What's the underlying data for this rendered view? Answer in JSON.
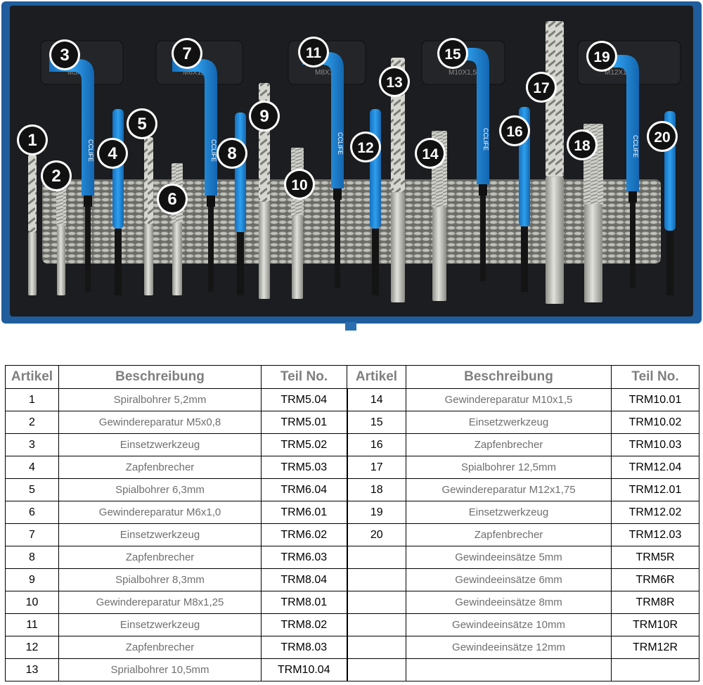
{
  "photo": {
    "badges": [
      {
        "n": "1"
      },
      {
        "n": "2"
      },
      {
        "n": "3"
      },
      {
        "n": "4"
      },
      {
        "n": "5"
      },
      {
        "n": "6"
      },
      {
        "n": "7"
      },
      {
        "n": "8"
      },
      {
        "n": "9"
      },
      {
        "n": "10"
      },
      {
        "n": "11"
      },
      {
        "n": "12"
      },
      {
        "n": "13"
      },
      {
        "n": "14"
      },
      {
        "n": "15"
      },
      {
        "n": "16"
      },
      {
        "n": "17"
      },
      {
        "n": "18"
      },
      {
        "n": "19"
      },
      {
        "n": "20"
      }
    ],
    "size_labels": [
      "M5X0,8",
      "M6X1,0",
      "M8X1,25",
      "M10X1,5",
      "M12X1,75"
    ],
    "brand": "CCLIFE",
    "colors": {
      "case_blue": "#1f5d9c",
      "tray": "#1b1d20",
      "tool_blue": "#1f8fe0",
      "steel": "#bdbdb8",
      "badge": "#111111"
    }
  },
  "table": {
    "headers": [
      "Artikel",
      "Beschreibung",
      "Teil No.",
      "Artikel",
      "Beschreibung",
      "Teil No."
    ],
    "rows": [
      [
        [
          "1",
          "Spiralbohrer 5,2mm",
          "TRM5.04"
        ],
        [
          "14",
          "Gewindereparatur M10x1,5",
          "TRM10.01"
        ]
      ],
      [
        [
          "2",
          "Gewindereparatur M5x0,8",
          "TRM5.01"
        ],
        [
          "15",
          "Einsetzwerkzeug",
          "TRM10.02"
        ]
      ],
      [
        [
          "3",
          "Einsetzwerkzeug",
          "TRM5.02"
        ],
        [
          "16",
          "Zapfenbrecher",
          "TRM10.03"
        ]
      ],
      [
        [
          "4",
          "Zapfenbrecher",
          "TRM5.03"
        ],
        [
          "17",
          "Spialbohrer 12,5mm",
          "TRM12.04"
        ]
      ],
      [
        [
          "5",
          "Spialbohrer 6,3mm",
          "TRM6.04"
        ],
        [
          "18",
          "Gewindereparatur M12x1,75",
          "TRM12.01"
        ]
      ],
      [
        [
          "6",
          "Gewindereparatur M6x1,0",
          "TRM6.01"
        ],
        [
          "19",
          "Einsetzwerkzeug",
          "TRM12.02"
        ]
      ],
      [
        [
          "7",
          "Einsetzwerkzeug",
          "TRM6.02"
        ],
        [
          "20",
          "Zapfenbrecher",
          "TRM12.03"
        ]
      ],
      [
        [
          "8",
          "Zapfenbrecher",
          "TRM6.03"
        ],
        [
          "",
          "Gewindeeinsätze  5mm",
          "TRM5R"
        ]
      ],
      [
        [
          "9",
          "Spialbohrer 8,3mm",
          "TRM8.04"
        ],
        [
          "",
          "Gewindeeinsätze  6mm",
          "TRM6R"
        ]
      ],
      [
        [
          "10",
          "Gewindereparatur M8x1,25",
          "TRM8.01"
        ],
        [
          "",
          "Gewindeeinsätze  8mm",
          "TRM8R"
        ]
      ],
      [
        [
          "11",
          "Einsetzwerkzeug",
          "TRM8.02"
        ],
        [
          "",
          "Gewindeeinsätze  10mm",
          "TRM10R"
        ]
      ],
      [
        [
          "12",
          "Zapfenbrecher",
          "TRM8.03"
        ],
        [
          "",
          "Gewindeeinsätze  12mm",
          "TRM12R"
        ]
      ],
      [
        [
          "13",
          "Sprialbohrer 10,5mm",
          "TRM10.04"
        ],
        [
          "",
          "",
          ""
        ]
      ]
    ]
  }
}
